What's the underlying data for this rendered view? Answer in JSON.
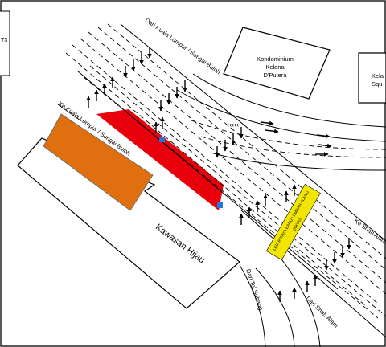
{
  "labels": {
    "corner_fragment": "T3",
    "top_road": "Dari Kuala Lumpur / Sungai Buloh",
    "left_road": "Ke Kuala Lumpur / Sungai Buloh",
    "kondo": [
      "Kondominium",
      "Kelana",
      "D'Putera"
    ],
    "kelana_sq": [
      "Kela",
      "Squ"
    ],
    "kawasan": "Kawasan Hijau",
    "highway": [
      "LEBUHRAYA BARU LEMBAH KLANG",
      "(NKVE)"
    ],
    "shah_alam_to": "Ke Shah Alam",
    "tol_subang": "Dari Tol Subang",
    "shah_alam_from": "Dari Shah Alam"
  },
  "colors": {
    "platform": "#e8000b",
    "building": "#e0700f",
    "highway_label": "#f2e600",
    "marker": "#2277dd"
  },
  "icons": [
    "marker-icon",
    "marker-icon"
  ]
}
